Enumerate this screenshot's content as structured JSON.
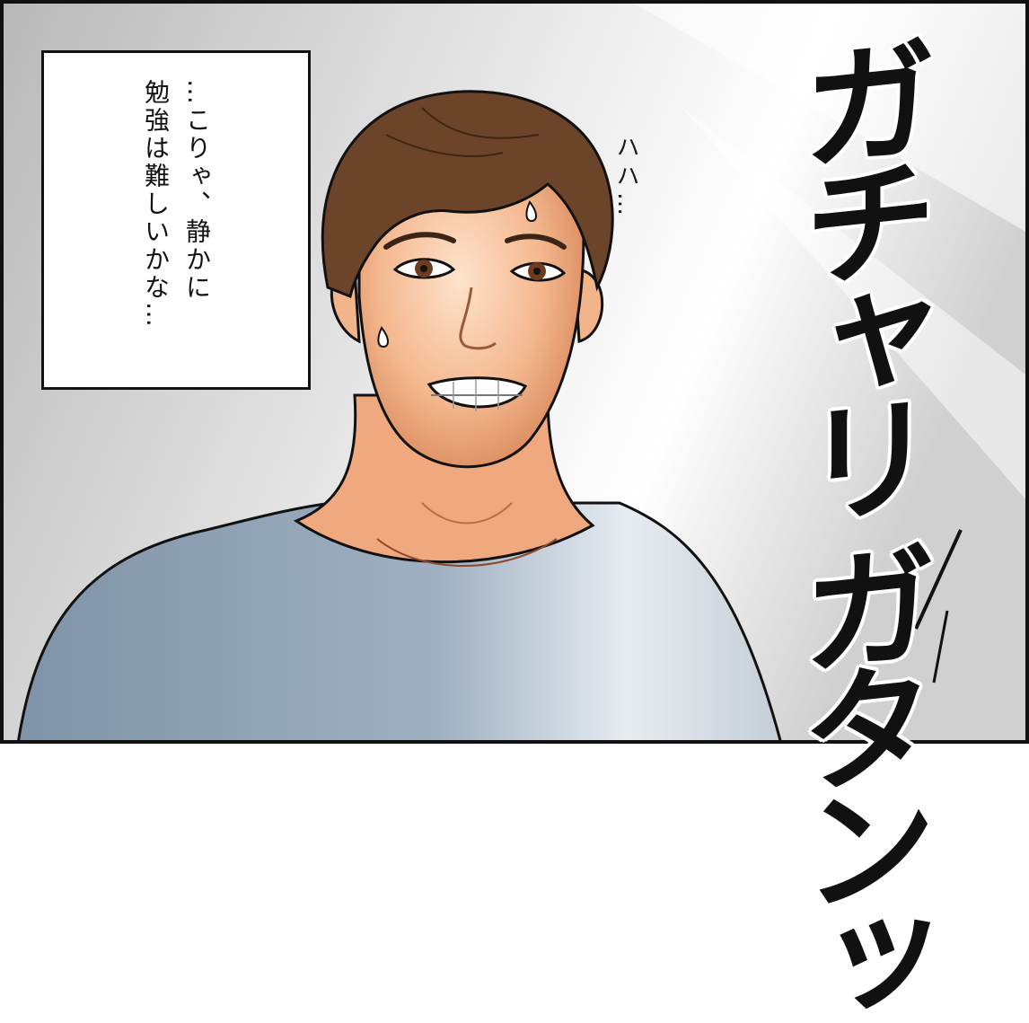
{
  "panel": {
    "narration": "…こりゃ、静かに\n勉強は難しいかな…",
    "mutter": "ハハ…",
    "sound_effect": "ガチャリ ガタンッ"
  },
  "colors": {
    "border": "#111111",
    "background_gray": "#c9c9c9",
    "skin": "#f2b48a",
    "hair": "#6b4429",
    "shirt": "#8fa1b3"
  }
}
